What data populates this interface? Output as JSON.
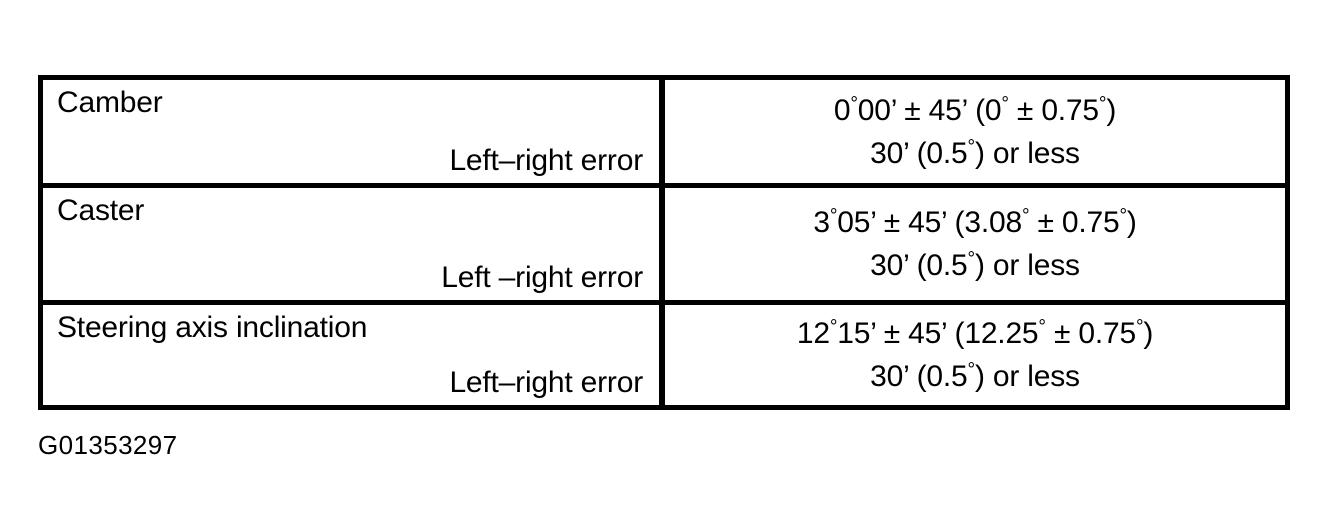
{
  "document": {
    "caption": "G01353297",
    "border_color": "#000000",
    "background_color": "#ffffff",
    "text_color": "#000000"
  },
  "table": {
    "rows": [
      {
        "parameter": "Camber",
        "sub_label": "Left–right error",
        "spec": "0°00’ ± 45’ (0° ± 0.75°)",
        "spec_main": "0",
        "spec_main_deg": "°",
        "spec_minutes": "00’ ± 45’ (0",
        "spec_decimal_deg": "°",
        "spec_tail": " ± 0.75",
        "spec_tail_deg": "°",
        "spec_close": ")",
        "tolerance": "30’ (0.5°) or less",
        "tolerance_pre": "30’ (0.5",
        "tolerance_deg": "°",
        "tolerance_post": ") or less"
      },
      {
        "parameter": "Caster",
        "sub_label": "Left –right error",
        "spec": "3°05’ ± 45’ (3.08° ± 0.75°)",
        "spec_main": "3",
        "spec_main_deg": "°",
        "spec_minutes": "05’ ± 45’ (3.08",
        "spec_decimal_deg": "°",
        "spec_tail": " ± 0.75",
        "spec_tail_deg": "°",
        "spec_close": ")",
        "tolerance": "30’ (0.5°) or less",
        "tolerance_pre": "30’ (0.5",
        "tolerance_deg": "°",
        "tolerance_post": ") or less"
      },
      {
        "parameter": "Steering axis inclination",
        "sub_label": "Left–right error",
        "spec": "12°15’ ± 45’ (12.25° ± 0.75°)",
        "spec_main": "12",
        "spec_main_deg": "°",
        "spec_minutes": "15’ ± 45’ (12.25",
        "spec_decimal_deg": "°",
        "spec_tail": " ± 0.75",
        "spec_tail_deg": "°",
        "spec_close": ")",
        "tolerance": "30’ (0.5°) or less",
        "tolerance_pre": "30’ (0.5",
        "tolerance_deg": "°",
        "tolerance_post": ") or less"
      }
    ]
  }
}
